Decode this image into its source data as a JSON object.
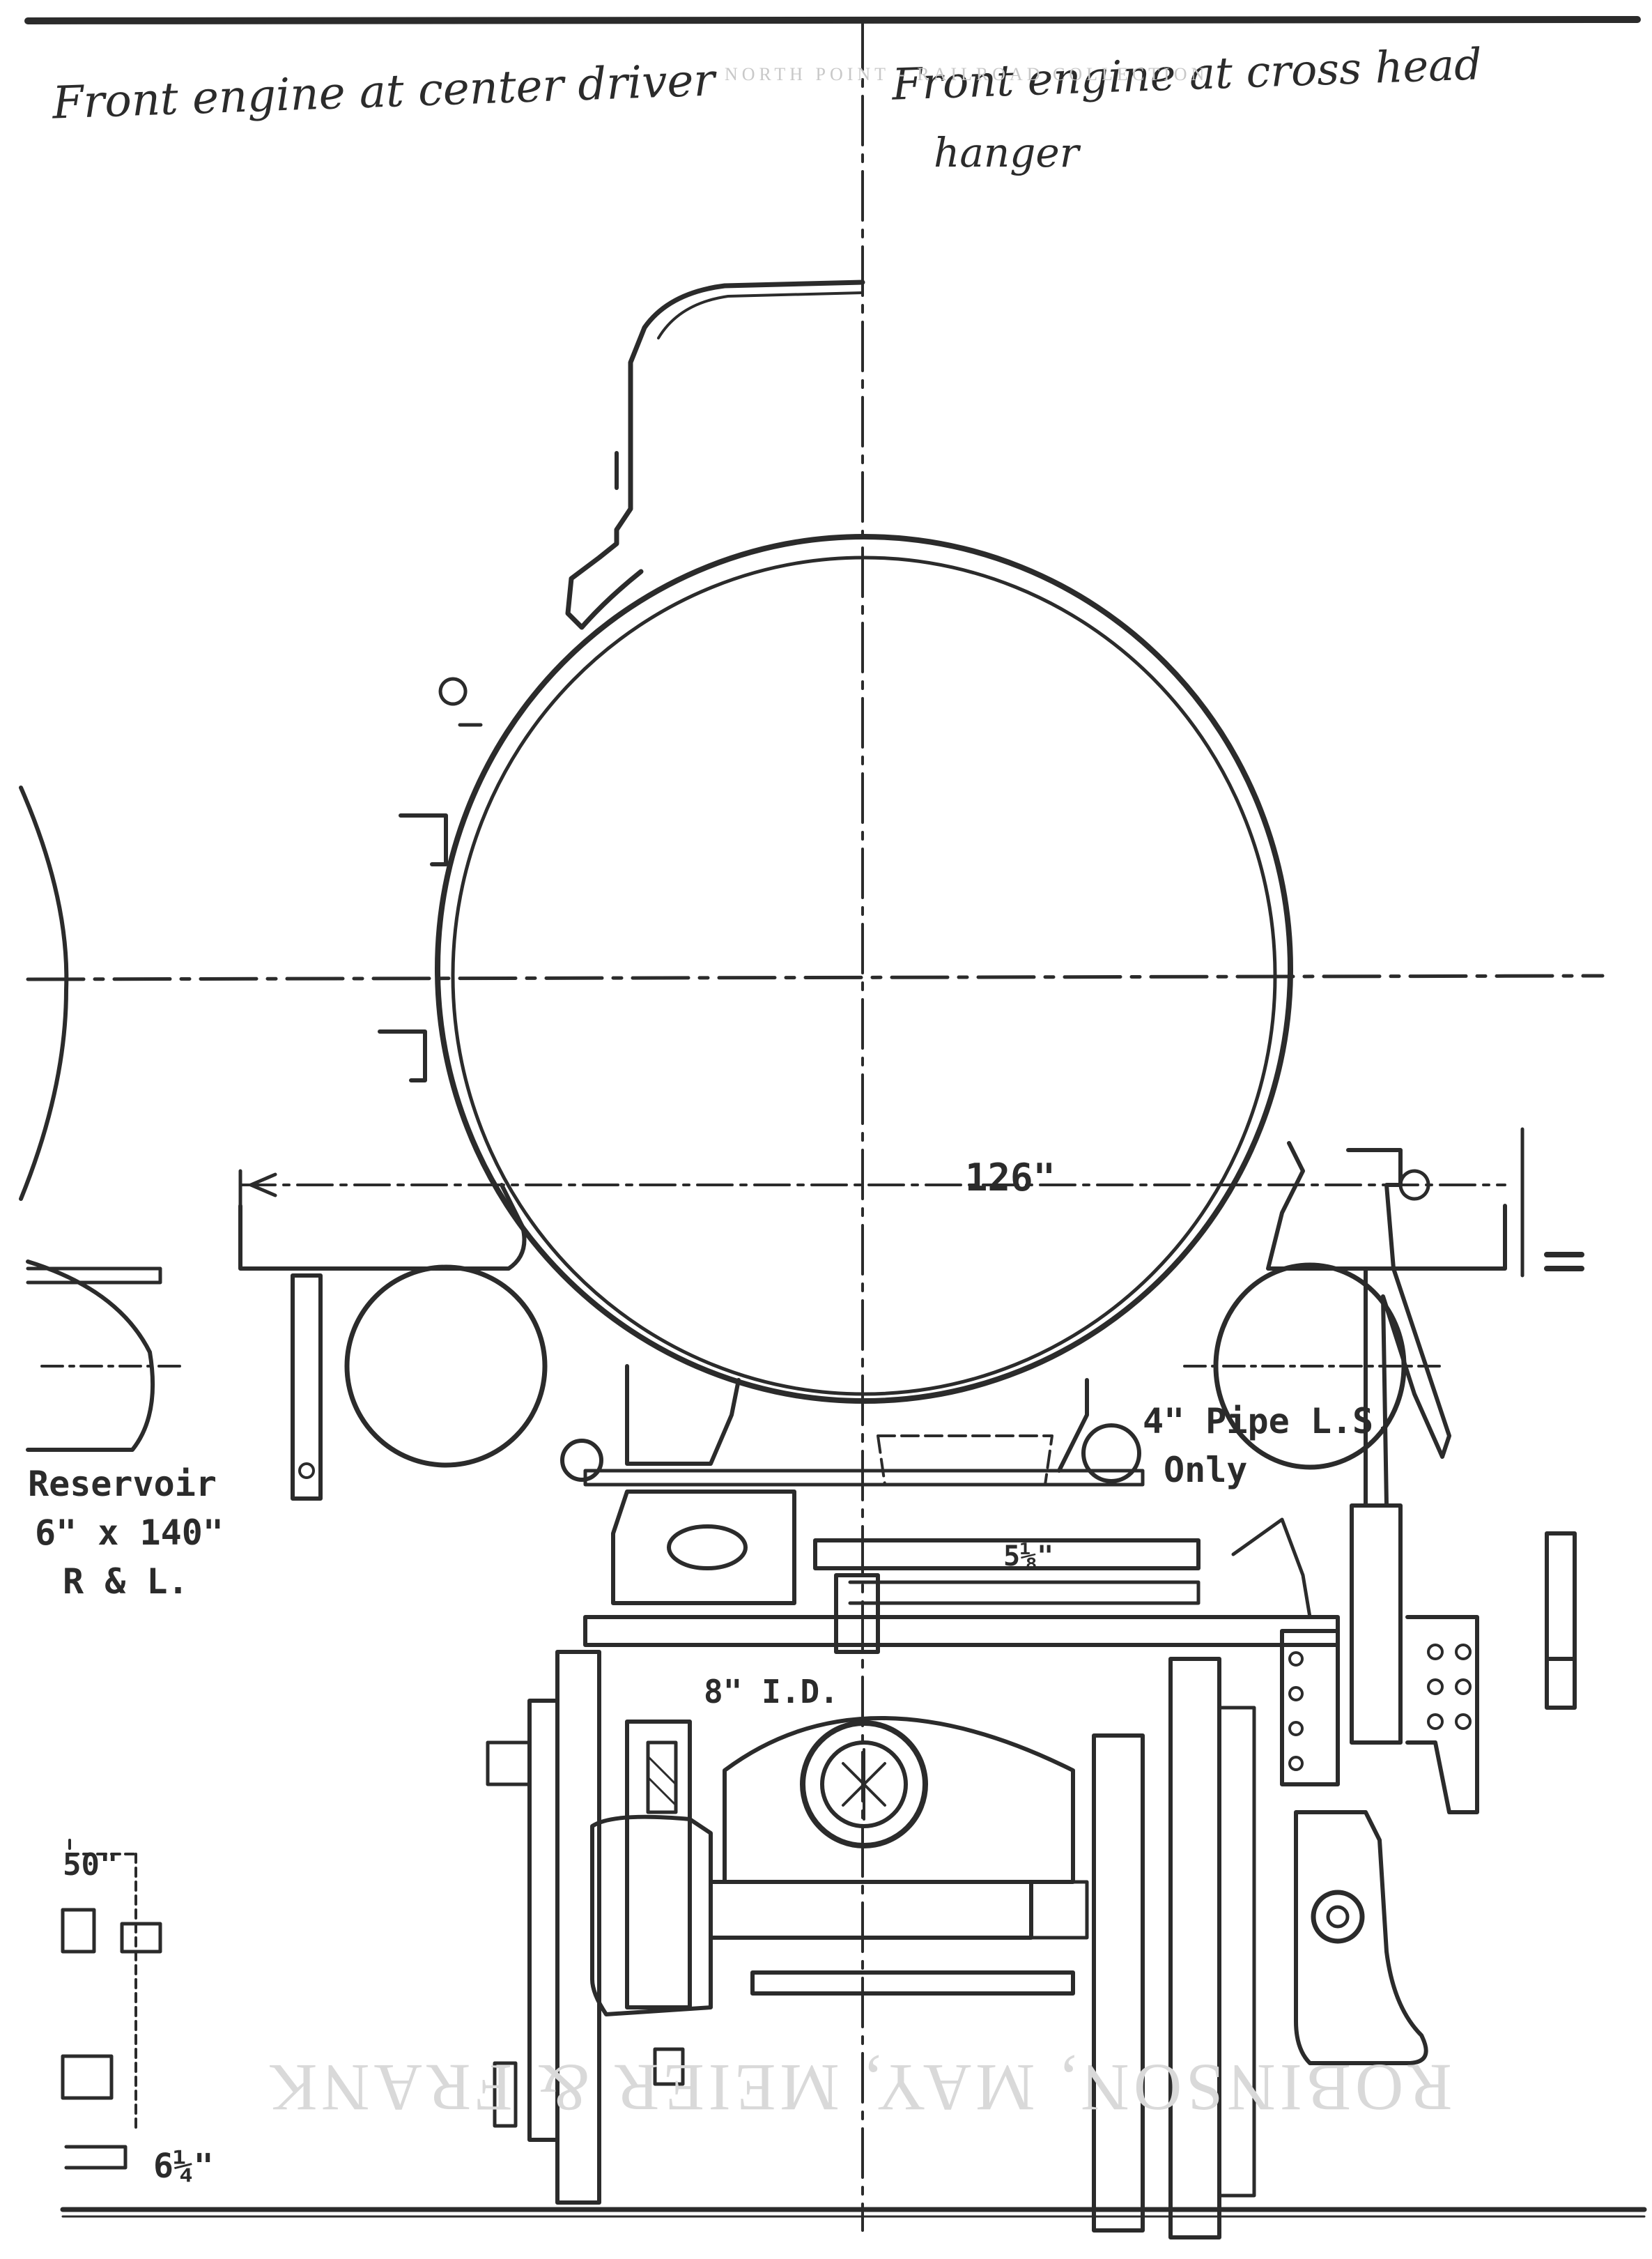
{
  "annotations": {
    "left": "Front engine at center driver",
    "right_line1": "Front engine at cross head",
    "right_line2": "hanger"
  },
  "dimensions": {
    "width": "126\"",
    "pipe_line1": "4\" Pipe L.S.",
    "pipe_line2": "Only",
    "id": "8\" I.D.",
    "small": "5⅛\"",
    "fifty": "50\"",
    "six_quarter": "6¼\""
  },
  "reservoir": {
    "line1": "Reservoir",
    "line2": "6\" x 140\"",
    "line3": "R & L."
  },
  "stamp": {
    "mirrored": "ROBINSON, MAY, MEIER & FRANK",
    "header_faint": "NORTH POINT - RAILROAD COLLECTION"
  },
  "colors": {
    "ink": "#2b2b2b",
    "paper": "#ffffff",
    "faint": "#d9d9d9"
  }
}
